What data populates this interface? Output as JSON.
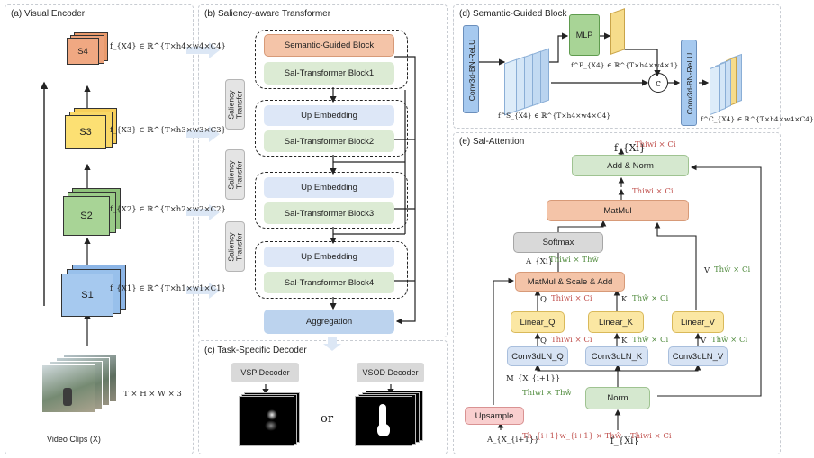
{
  "panels": {
    "a": "(a) Visual Encoder",
    "b": "(b) Saliency-aware Transformer",
    "c": "(c) Task-Specific Decoder",
    "d": "(d) Semantic-Guided Block",
    "e": "(e) Sal-Attention"
  },
  "encoder": {
    "stages": [
      "S4",
      "S3",
      "S2",
      "S1"
    ],
    "features": [
      "f_{X4} ∈ ℝ^{T×h4×w4×C4}",
      "f_{X3} ∈ ℝ^{T×h3×w3×C3}",
      "f_{X2} ∈ ℝ^{T×h2×w2×C2}",
      "f_{X1} ∈ ℝ^{T×h1×w1×C1}"
    ],
    "input_dims": "T × H × W × 3",
    "input_label": "Video Clips (X)"
  },
  "transformer": {
    "semantic_block": "Semantic-Guided Block",
    "block1": "Sal-Transformer Block1",
    "up1": "Up Embedding",
    "block2": "Sal-Transformer Block2",
    "up2": "Up Embedding",
    "block3": "Sal-Transformer Block3",
    "up3": "Up Embedding",
    "block4": "Sal-Transformer Block4",
    "aggregation": "Aggregation",
    "transfer1": "Saliency Transfer",
    "transfer2": "Saliency Transfer",
    "transfer3": "Saliency Transfer"
  },
  "decoder": {
    "vsp": "VSP Decoder",
    "vsod": "VSOD Decoder",
    "or": "or"
  },
  "sgb": {
    "conv_in": "Conv3d-BN-ReLU",
    "mlp": "MLP",
    "concat": "c",
    "conv_out": "Conv3d-BN-ReLU",
    "f_s": "f^S_{X4} ∈ ℝ^{T×h4×w4×C4}",
    "f_p": "f^P_{X4} ∈ ℝ^{T×h4×w4×1}",
    "f_c": "f^C_{X4} ∈ ℝ^{T×h4×w4×C4}"
  },
  "attention": {
    "out": "f_{Xi}",
    "out_dims": "Thiwi × Ci",
    "add_norm": "Add & Norm",
    "dims_after_matmul": "Thiwi × Ci",
    "matmul": "MatMul",
    "softmax": "Softmax",
    "a_label": "A_{Xi}",
    "a_dims": "Thiwi × Thŵ",
    "matmul_scale": "MatMul & Scale & Add",
    "q1": "Q",
    "q1_dims": "Thiwi × Ci",
    "k1": "K",
    "k1_dims": "Thŵ × Ci",
    "v_label": "V",
    "v_dims": "Thŵ × Ci",
    "linear_q": "Linear_Q",
    "linear_k": "Linear_K",
    "linear_v": "Linear_V",
    "q2": "Q",
    "q2_dims": "Thiwi × Ci",
    "k2": "K",
    "k2_dims": "Thŵ × Ci",
    "v2": "V",
    "v2_dims": "Thŵ × Ci",
    "conv_q": "Conv3dLN_Q",
    "conv_k": "Conv3dLN_K",
    "conv_v": "Conv3dLN_V",
    "m_label": "M_{X_{i+1}}",
    "m_dims": "Thiwi × Thŵ",
    "norm": "Norm",
    "upsample": "Upsample",
    "a_in": "A_{X_{i+1}}",
    "a_in_dims": "Th_{i+1}w_{i+1} × Thŵ",
    "f_in": "f_{Xi}",
    "f_in_dims": "Thiwi × Ci"
  },
  "colors": {
    "orange": "#f4c4a8",
    "green": "#d5e8cf",
    "blue": "#d7e3f4",
    "yellow": "#fbe7a3",
    "gray": "#d9d9d9",
    "pink": "#f9cfcf"
  }
}
